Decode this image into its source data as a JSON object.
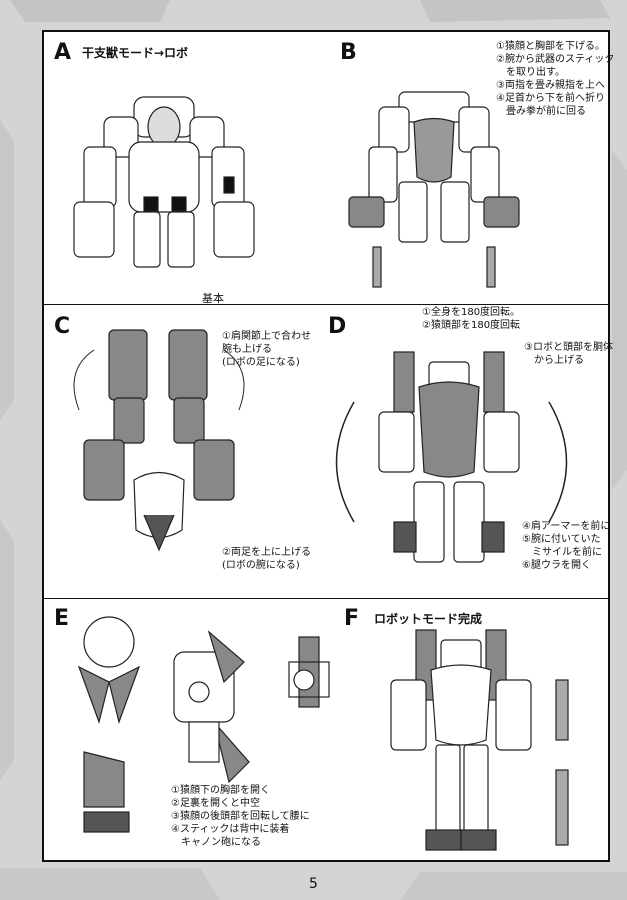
{
  "page_number": "5",
  "sections": {
    "A": {
      "letter": "A",
      "title": "干支獣モード→ロボ",
      "caption": "基本"
    },
    "B": {
      "letter": "B",
      "steps": [
        "①猿顔と胸部を下げる。",
        "②腕から武器のスティック",
        "　を取り出す。",
        "③両指を畳み親指を上へ",
        "④足首から下を前へ折り",
        "　畳み拳が前に回る"
      ]
    },
    "C": {
      "letter": "C",
      "note1": [
        "①肩関節上で合わせ",
        "腕も上げる",
        "(ロボの足になる)"
      ],
      "note2": [
        "②両足を上に上げる",
        "(ロボの腕になる)"
      ]
    },
    "D": {
      "letter": "D",
      "top_steps": [
        "①全身を180度回転。",
        "②猿頭部を180度回転"
      ],
      "note3": [
        "③ロボと頭部を胴体",
        "から上げる"
      ],
      "note4": [
        "④肩アーマーを前に",
        "⑤腕に付いていた",
        "　ミサイルを前に",
        "⑥腿ウラを開く"
      ]
    },
    "E": {
      "letter": "E",
      "steps": [
        "①猿顔下の胸部を開く",
        "②足裏を開くと中空",
        "③猿顔の後頭部を回転して腰に",
        "④スティックは背中に装着",
        "　キャノン砲になる"
      ]
    },
    "F": {
      "letter": "F",
      "title": "ロボットモード完成"
    }
  }
}
